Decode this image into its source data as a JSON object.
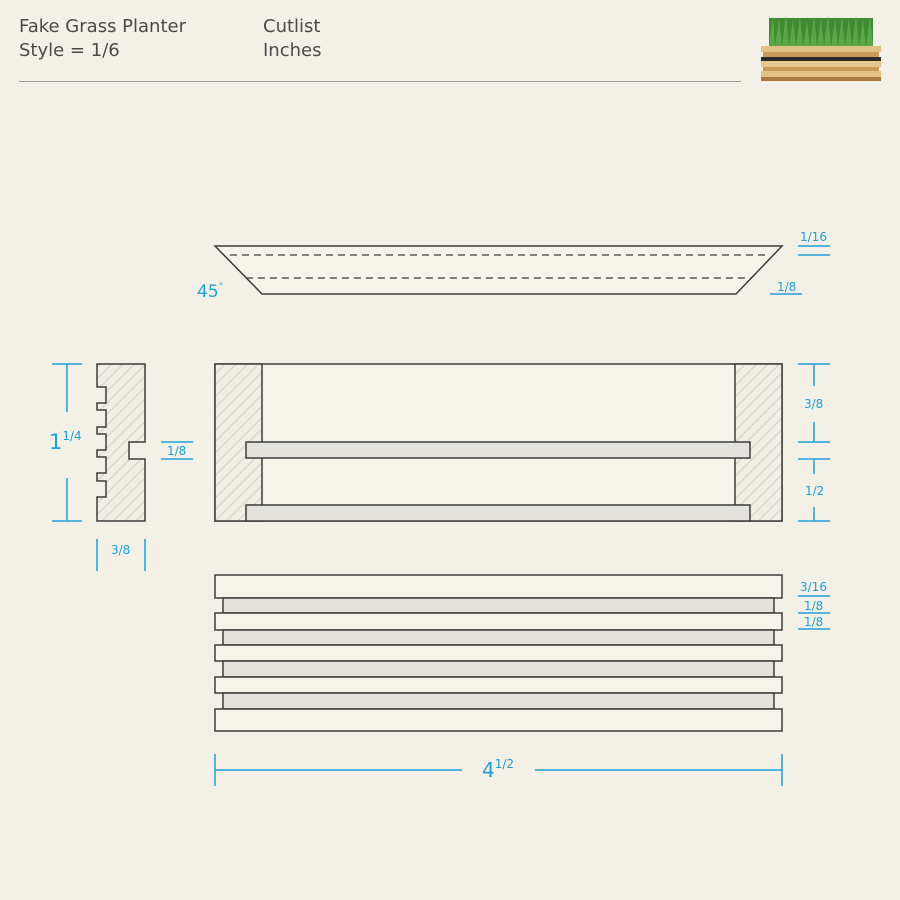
{
  "header": {
    "title": "Fake Grass Planter",
    "style": "Style = 1/6",
    "doc_type": "Cutlist",
    "units": "Inches"
  },
  "thumbnail": {
    "icon": "planter-photo-icon"
  },
  "dimensions": {
    "bevel_top": "1/16",
    "bevel_bottom": "1/8",
    "angle": "45",
    "height_whole": "1",
    "height_frac": "1/4",
    "groove_depth": "1/8",
    "profile_width": "3/8",
    "upper_section": "3/8",
    "lower_section": "1/2",
    "stack_top": "3/16",
    "stack_gap_1": "1/8",
    "stack_gap_2": "1/8",
    "length_whole": "4",
    "length_frac": "1/2"
  },
  "colors": {
    "accent": "#1f9fd6",
    "line": "#3c3c3c",
    "background": "#f3f0e7",
    "panel": "#f6f3ea",
    "slat_shade": "#e4e2dc",
    "hatch": "#d2d0c8"
  }
}
